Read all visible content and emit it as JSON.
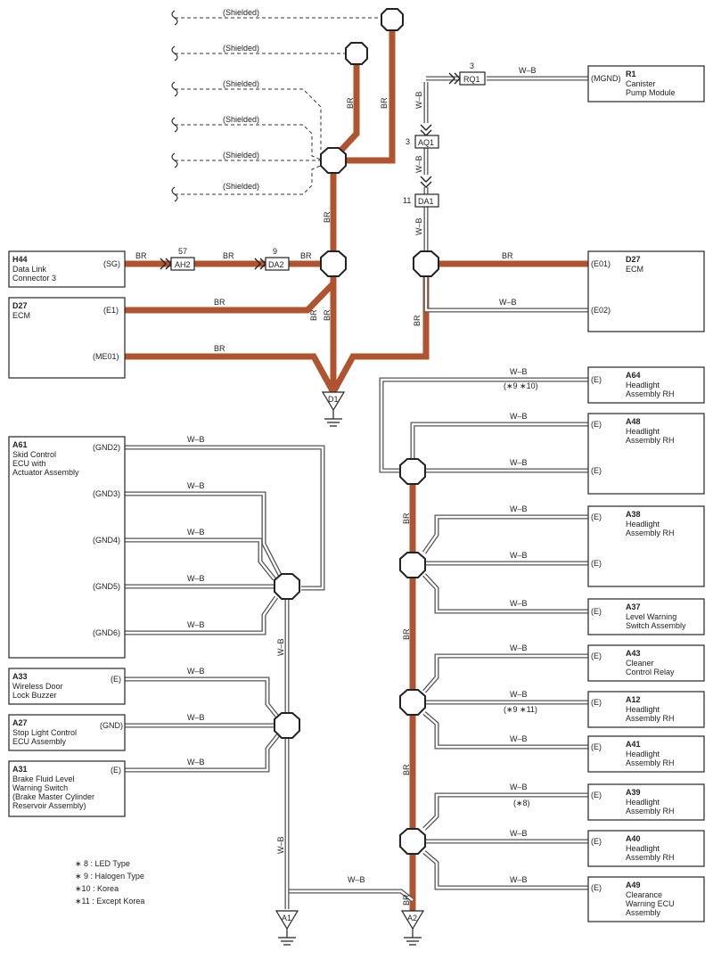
{
  "wire": {
    "br": "BR",
    "wb": "W–B",
    "shielded": "(Shielded)"
  },
  "colors": {
    "br": "#b0532f",
    "wb": "#555555"
  },
  "components": {
    "H44": {
      "code": "H44",
      "line1": "Data Link",
      "line2": "Connector 3",
      "pin": "(SG)"
    },
    "D27a": {
      "code": "D27",
      "line1": "ECM",
      "pin1": "(E1)",
      "pin2": "(ME01)"
    },
    "D27b": {
      "code": "D27",
      "line1": "ECM",
      "pin1": "(E01)",
      "pin2": "(E02)"
    },
    "R1": {
      "code": "R1",
      "line1": "Canister",
      "line2": "Pump Module",
      "pin": "(MGND)"
    },
    "A61": {
      "code": "A61",
      "line1": "Skid Control",
      "line2": "ECU with",
      "line3": "Actuator Assembly",
      "pins": [
        "(GND2)",
        "(GND3)",
        "(GND4)",
        "(GND5)",
        "(GND6)"
      ]
    },
    "A33": {
      "code": "A33",
      "line1": "Wireless Door",
      "line2": "Lock Buzzer",
      "pin": "(E)"
    },
    "A27": {
      "code": "A27",
      "line1": "Stop Light Control",
      "line2": "ECU Assembly",
      "pin": "(GND)"
    },
    "A31": {
      "code": "A31",
      "line1": "Brake Fluid Level",
      "line2": "Warning Switch",
      "line3": "(Brake Master Cylinder",
      "line4": " Reservoir Assembly)",
      "pin": "(E)"
    },
    "A64": {
      "code": "A64",
      "line1": "Headlight",
      "line2": "Assembly RH",
      "pin": "(E)"
    },
    "A48": {
      "code": "A48",
      "line1": "Headlight",
      "line2": "Assembly RH",
      "pin1": "(E)",
      "pin2": "(E)"
    },
    "A38": {
      "code": "A38",
      "line1": "Headlight",
      "line2": "Assembly RH",
      "pin1": "(E)",
      "pin2": "(E)"
    },
    "A37": {
      "code": "A37",
      "line1": "Level Warning",
      "line2": "Switch Assembly",
      "pin": "(E)"
    },
    "A43": {
      "code": "A43",
      "line1": "Cleaner",
      "line2": "Control Relay",
      "pin": "(E)"
    },
    "A12": {
      "code": "A12",
      "line1": "Headlight",
      "line2": "Assembly RH",
      "pin": "(E)"
    },
    "A41": {
      "code": "A41",
      "line1": "Headlight",
      "line2": "Assembly RH",
      "pin": "(E)"
    },
    "A39": {
      "code": "A39",
      "line1": "Headlight",
      "line2": "Assembly RH",
      "pin": "(E)"
    },
    "A40": {
      "code": "A40",
      "line1": "Headlight",
      "line2": "Assembly RH",
      "pin": "(E)"
    },
    "A49": {
      "code": "A49",
      "line1": "Clearance",
      "line2": "Warning ECU",
      "line3": "Assembly",
      "pin": "(E)"
    }
  },
  "connectors": {
    "AH2": {
      "name": "AH2",
      "pin": "57"
    },
    "DA2": {
      "name": "DA2",
      "pin": "9"
    },
    "RQ1": {
      "name": "RQ1",
      "pin": "3"
    },
    "AQ1": {
      "name": "AQ1",
      "pin": "3"
    },
    "DA1": {
      "name": "DA1",
      "pin": "11"
    }
  },
  "grounds": {
    "D1": "D1",
    "A1": "A1",
    "A2": "A2"
  },
  "notes": {
    "n910": "(∗9 ∗10)",
    "n911": "(∗9 ∗11)",
    "n8": "(∗8)"
  },
  "legend": [
    "∗ 8 : LED Type",
    "∗ 9 : Halogen Type",
    "∗10 : Korea",
    "∗11 : Except Korea"
  ]
}
